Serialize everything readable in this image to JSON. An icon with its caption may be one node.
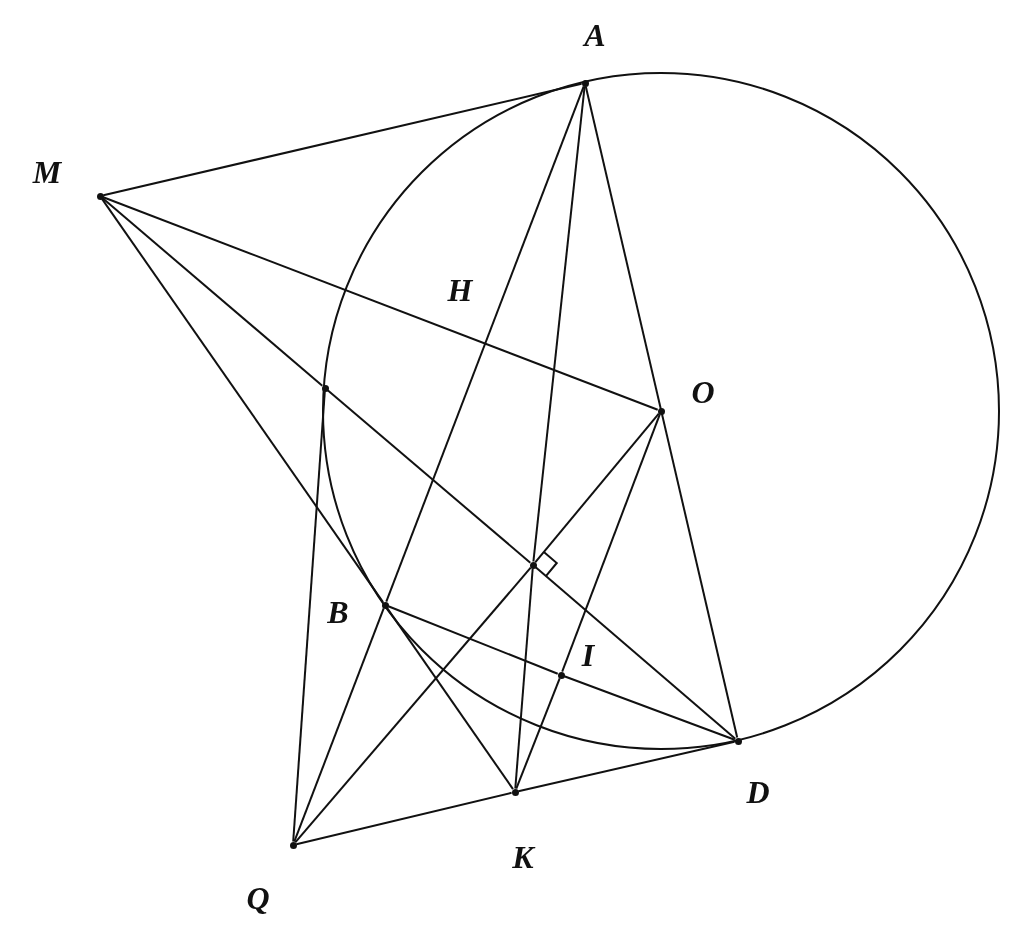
{
  "diagram": {
    "nodes": [
      {
        "text": [
          "A"
        ]
      },
      {
        "text": [
          "M"
        ]
      },
      {
        "text": [
          "O"
        ]
      },
      {
        "text": [],
        "shape": "circle"
      },
      {
        "text": [],
        "shape": "circle"
      },
      {
        "text": [
          "B"
        ]
      },
      {
        "text": [
          "I"
        ]
      },
      {
        "text": [
          "D"
        ]
      },
      {
        "text": [
          "K"
        ]
      },
      {
        "text": [
          "Q"
        ]
      }
    ],
    "edges": [
      {
        "from": 1,
        "to": 0,
        "arrow": "none"
      },
      {
        "from": 1,
        "to": 2,
        "arrow": "none"
      },
      {
        "from": 1,
        "to": 3,
        "arrow": "none"
      },
      {
        "from": 3,
        "to": 4,
        "arrow": "none"
      },
      {
        "from": 4,
        "to": 7,
        "arrow": "none"
      },
      {
        "from": 1,
        "to": 5,
        "arrow": "none"
      },
      {
        "from": 5,
        "to": 8,
        "arrow": "none"
      },
      {
        "from": 0,
        "to": 5,
        "arrow": "none"
      },
      {
        "from": 5,
        "to": 9,
        "arrow": "none"
      },
      {
        "from": 0,
        "to": 4,
        "arrow": "none"
      },
      {
        "from": 4,
        "to": 8,
        "arrow": "none"
      },
      {
        "from": 0,
        "to": 7,
        "arrow": "none"
      },
      {
        "from": 2,
        "to": 4,
        "arrow": "none"
      },
      {
        "from": 4,
        "to": 9,
        "arrow": "none"
      },
      {
        "from": 2,
        "to": 6,
        "arrow": "none"
      },
      {
        "from": 6,
        "to": 8,
        "arrow": "none"
      },
      {
        "from": 5,
        "to": 6,
        "arrow": "none"
      },
      {
        "from": 6,
        "to": 7,
        "arrow": "none"
      },
      {
        "from": 9,
        "to": 3,
        "arrow": "none"
      },
      {
        "from": 9,
        "to": 8,
        "arrow": "none"
      },
      {
        "from": 8,
        "to": 7,
        "arrow": "none"
      }
    ],
    "labels": [
      "H"
    ]
  }
}
